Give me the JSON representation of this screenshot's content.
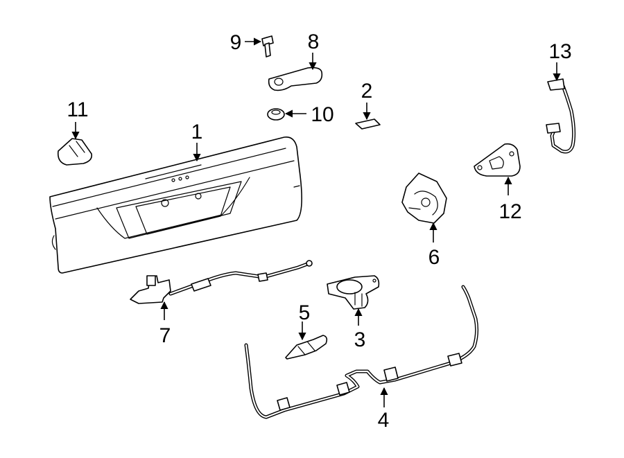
{
  "diagram": {
    "background_color": "#ffffff",
    "line_color": "#000000",
    "callouts": [
      {
        "id": "part-1",
        "label": "1"
      },
      {
        "id": "part-2",
        "label": "2"
      },
      {
        "id": "part-3",
        "label": "3"
      },
      {
        "id": "part-4",
        "label": "4"
      },
      {
        "id": "part-5",
        "label": "5"
      },
      {
        "id": "part-6",
        "label": "6"
      },
      {
        "id": "part-7",
        "label": "7"
      },
      {
        "id": "part-8",
        "label": "8"
      },
      {
        "id": "part-9",
        "label": "9"
      },
      {
        "id": "part-10",
        "label": "10"
      },
      {
        "id": "part-11",
        "label": "11"
      },
      {
        "id": "part-12",
        "label": "12"
      },
      {
        "id": "part-13",
        "label": "13"
      }
    ]
  }
}
